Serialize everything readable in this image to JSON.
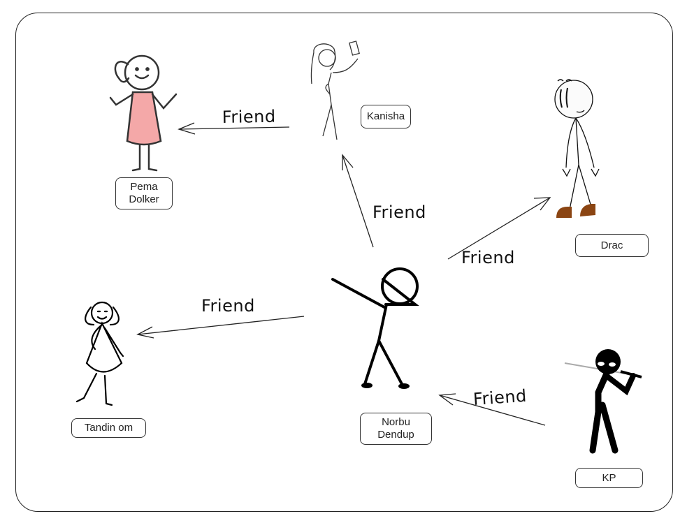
{
  "nodes": {
    "pema": {
      "label": "Pema\nDolker"
    },
    "kanisha": {
      "label": "Kanisha"
    },
    "drac": {
      "label": "Drac"
    },
    "norbu": {
      "label": "Norbu\nDendup"
    },
    "tandin": {
      "label": "Tandin om"
    },
    "kp": {
      "label": "KP"
    }
  },
  "edges": [
    {
      "from": "Kanisha",
      "to": "Pema Dolker",
      "label": "Friend"
    },
    {
      "from": "Norbu Dendup",
      "to": "Kanisha",
      "label": "Friend"
    },
    {
      "from": "Norbu Dendup",
      "to": "Drac",
      "label": "Friend"
    },
    {
      "from": "Norbu Dendup",
      "to": "Tandin om",
      "label": "Friend"
    },
    {
      "from": "KP",
      "to": "Norbu Dendup",
      "label": "Friend"
    }
  ],
  "colors": {
    "dress": "#f4a8a8",
    "shoes": "#8b4513",
    "stroke": "#222222"
  }
}
